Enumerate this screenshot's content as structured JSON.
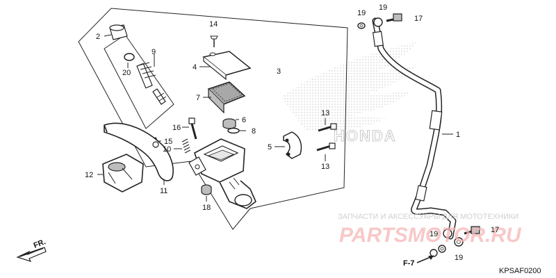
{
  "callouts": {
    "c1": "1",
    "c2": "2",
    "c3": "3",
    "c4": "4",
    "c5": "5",
    "c6": "6",
    "c7": "7",
    "c8": "8",
    "c9": "9",
    "c10": "10",
    "c11": "11",
    "c12": "12",
    "c13a": "13",
    "c13b": "13",
    "c14": "14",
    "c15": "15",
    "c16": "16",
    "c17a": "17",
    "c17b": "17",
    "c18": "18",
    "c19a": "19",
    "c19b": "19",
    "c19c": "19",
    "c19d": "19",
    "c20": "20"
  },
  "watermark": {
    "caption": "ЗАПЧАСТИ И АКСЕССУАРЫ ДЛЯ МОТОТЕХНИКИ",
    "logo_text": "PARTSMOTOR.RU",
    "brand_text": "HONDA"
  },
  "ref": {
    "f7": "F-7",
    "code": "KPSAF0200"
  },
  "direction": {
    "label": "FR."
  },
  "colors": {
    "line": "#222222",
    "watermark_gray": "#d9d9d9",
    "watermark_red": "#f2a0a0",
    "part_gray": "#bdbdbd"
  }
}
